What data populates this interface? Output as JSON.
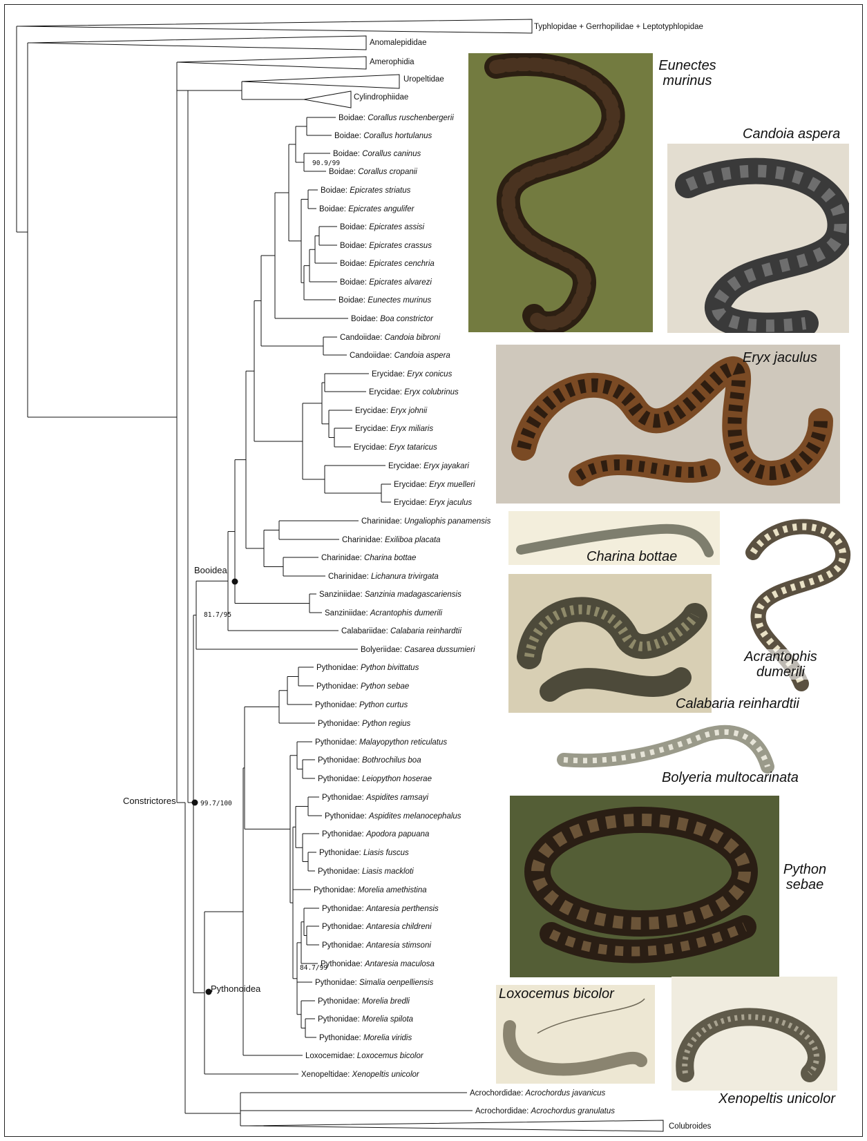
{
  "collapsed_clades": [
    "Typhlopidae + Gerrhopilidae + Leptotyphlopidae",
    "Anomalepididae",
    "Amerophidia",
    "Uropeltidae",
    "Cylindrophiidae",
    "Colubroides"
  ],
  "taxa": [
    {
      "family": "Boidae",
      "species": "Corallus ruschenbergerii"
    },
    {
      "family": "Boidae",
      "species": "Corallus hortulanus"
    },
    {
      "family": "Boidae",
      "species": "Corallus caninus"
    },
    {
      "family": "Boidae",
      "species": "Corallus cropanii"
    },
    {
      "family": "Boidae",
      "species": "Epicrates striatus"
    },
    {
      "family": "Boidae",
      "species": "Epicrates angulifer"
    },
    {
      "family": "Boidae",
      "species": "Epicrates assisi"
    },
    {
      "family": "Boidae",
      "species": "Epicrates crassus"
    },
    {
      "family": "Boidae",
      "species": "Epicrates cenchria"
    },
    {
      "family": "Boidae",
      "species": "Epicrates alvarezi"
    },
    {
      "family": "Boidae",
      "species": "Eunectes murinus"
    },
    {
      "family": "Boidae",
      "species": "Boa constrictor"
    },
    {
      "family": "Candoiidae",
      "species": "Candoia bibroni"
    },
    {
      "family": "Candoiidae",
      "species": "Candoia aspera"
    },
    {
      "family": "Erycidae",
      "species": "Eryx conicus"
    },
    {
      "family": "Erycidae",
      "species": "Eryx colubrinus"
    },
    {
      "family": "Erycidae",
      "species": "Eryx johnii"
    },
    {
      "family": "Erycidae",
      "species": "Eryx miliaris"
    },
    {
      "family": "Erycidae",
      "species": "Eryx tataricus"
    },
    {
      "family": "Erycidae",
      "species": "Eryx jayakari"
    },
    {
      "family": "Erycidae",
      "species": "Eryx muelleri"
    },
    {
      "family": "Erycidae",
      "species": "Eryx jaculus"
    },
    {
      "family": "Charinidae",
      "species": "Ungaliophis panamensis"
    },
    {
      "family": "Charinidae",
      "species": "Exiliboa placata"
    },
    {
      "family": "Charinidae",
      "species": "Charina bottae"
    },
    {
      "family": "Charinidae",
      "species": "Lichanura trivirgata"
    },
    {
      "family": "Sanziniidae",
      "species": "Sanzinia madagascariensis"
    },
    {
      "family": "Sanziniidae",
      "species": "Acrantophis dumerili"
    },
    {
      "family": "Calabariidae",
      "species": "Calabaria reinhardtii"
    },
    {
      "family": "Bolyeriidae",
      "species": "Casarea dussumieri"
    },
    {
      "family": "Pythonidae",
      "species": "Python bivittatus"
    },
    {
      "family": "Pythonidae",
      "species": "Python sebae"
    },
    {
      "family": "Pythonidae",
      "species": "Python curtus"
    },
    {
      "family": "Pythonidae",
      "species": "Python regius"
    },
    {
      "family": "Pythonidae",
      "species": "Malayopython reticulatus"
    },
    {
      "family": "Pythonidae",
      "species": "Bothrochilus boa"
    },
    {
      "family": "Pythonidae",
      "species": "Leiopython hoserae"
    },
    {
      "family": "Pythonidae",
      "species": "Aspidites ramsayi"
    },
    {
      "family": "Pythonidae",
      "species": "Aspidites melanocephalus"
    },
    {
      "family": "Pythonidae",
      "species": "Apodora papuana"
    },
    {
      "family": "Pythonidae",
      "species": "Liasis fuscus"
    },
    {
      "family": "Pythonidae",
      "species": "Liasis mackloti"
    },
    {
      "family": "Pythonidae",
      "species": "Morelia amethistina"
    },
    {
      "family": "Pythonidae",
      "species": "Antaresia perthensis"
    },
    {
      "family": "Pythonidae",
      "species": "Antaresia childreni"
    },
    {
      "family": "Pythonidae",
      "species": "Antaresia stimsoni"
    },
    {
      "family": "Pythonidae",
      "species": "Antaresia maculosa"
    },
    {
      "family": "Pythonidae",
      "species": "Simalia oenpelliensis"
    },
    {
      "family": "Pythonidae",
      "species": "Morelia bredli"
    },
    {
      "family": "Pythonidae",
      "species": "Morelia spilota"
    },
    {
      "family": "Pythonidae",
      "species": "Morelia viridis"
    },
    {
      "family": "Loxocemidae",
      "species": "Loxocemus bicolor"
    },
    {
      "family": "Xenopeltidae",
      "species": "Xenopeltis unicolor"
    },
    {
      "family": "Acrochordidae",
      "species": "Acrochordus javanicus"
    },
    {
      "family": "Acrochordidae",
      "species": "Acrochordus granulatus"
    }
  ],
  "node_labels": {
    "booidea": "Booidea",
    "constrictores": "Constrictores",
    "pythonoidea": "Pythonoidea"
  },
  "support_values": {
    "corallus": "90.9/99",
    "booidea": "81.7/95",
    "constrictores": "99.7/100",
    "pythonid": "84.7/99"
  },
  "photo_labels": {
    "eunectes": "Eunectes murinus",
    "candoia": "Candoia aspera",
    "eryx": "Eryx jaculus",
    "charina": "Charina bottae",
    "acrantophis": "Acrantophis dumerili",
    "calabaria": "Calabaria reinhardtii",
    "bolyeria": "Bolyeria multocarinata",
    "python": "Python sebae",
    "loxocemus": "Loxocemus bicolor",
    "xenopeltis": "Xenopeltis unicolor"
  },
  "colors": {
    "line": "#111111",
    "grass": "#6f8a3a",
    "sand": "#cfc8bc",
    "sepia": "#d8cfb4",
    "paper": "#f3eedc"
  }
}
